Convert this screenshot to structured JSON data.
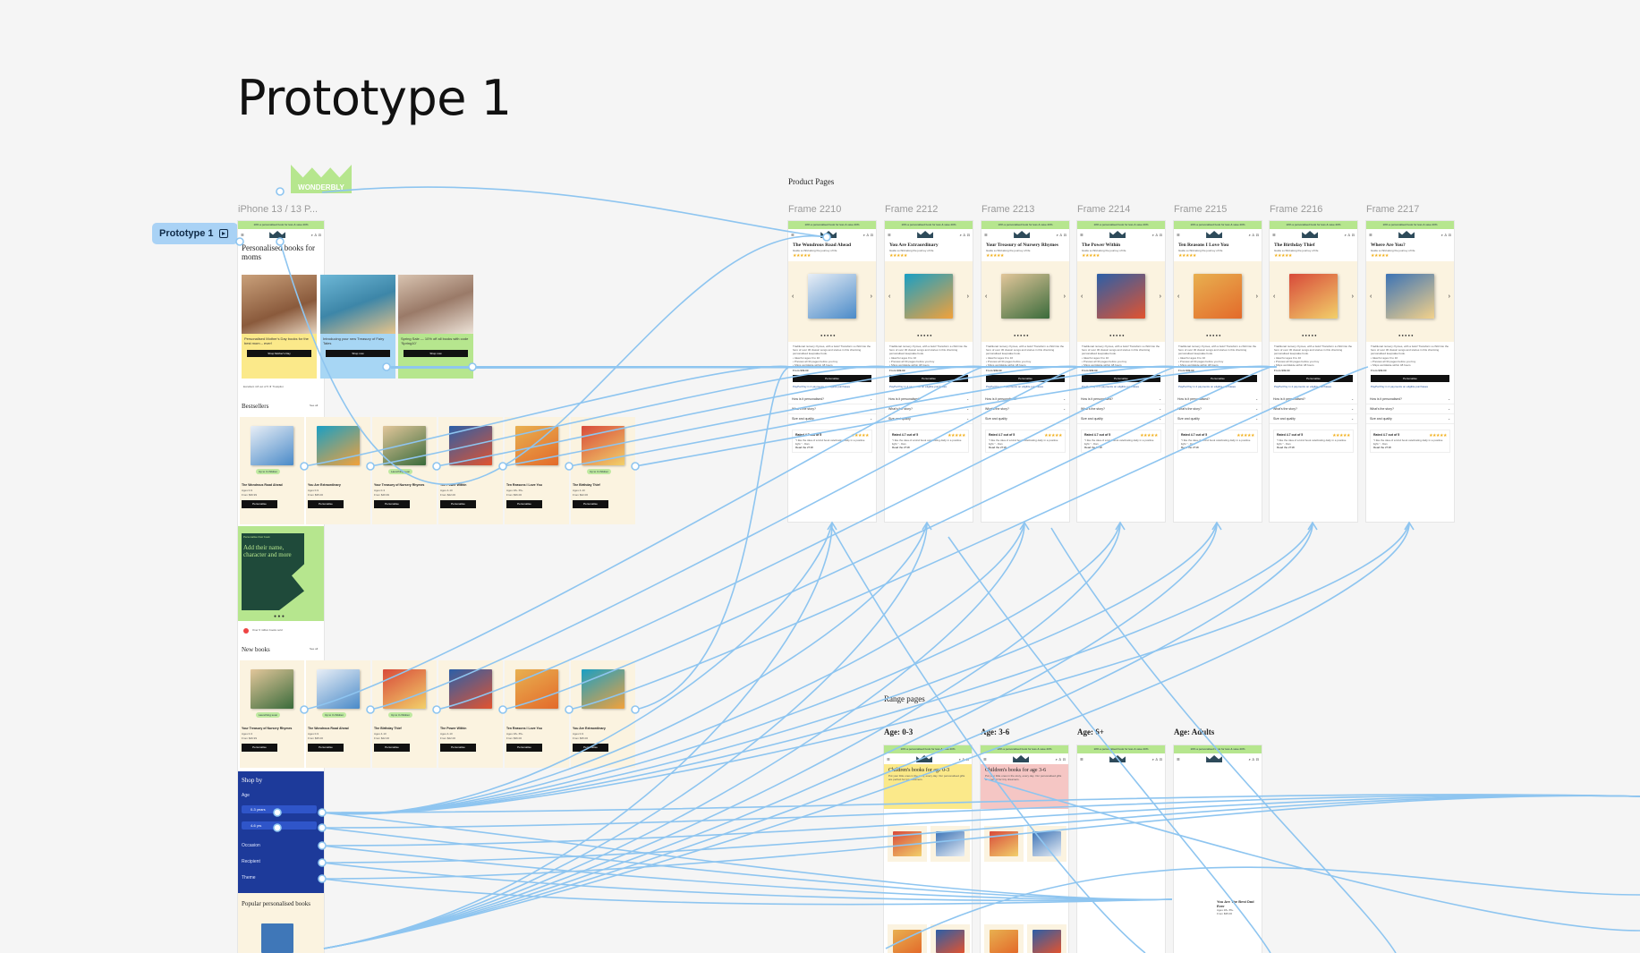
{
  "page": {
    "title": "Prototype 1"
  },
  "flow": {
    "chip_label": "Prototype 1"
  },
  "logo": {
    "text": "WONDERBLY"
  },
  "home_frame": {
    "label": "iPhone 13 / 13 P...",
    "banner": "10% a personalised book for less & save 20%",
    "hero_heading": "Personalised books for moms",
    "hero_cards": [
      {
        "text": "Personalised Mother's Day books for the best mom – ever!",
        "button": "Shop Mother's Day"
      },
      {
        "text": "Introducing your new Treasury of Fairy Tales",
        "button": "Shop now"
      },
      {
        "text": "Spring Sale — 10% off all books with code 'Spring10'",
        "button": "Shop now"
      }
    ],
    "trustpilot": "Excellent 4.8 out of 5 ★ Trustpilot",
    "bestsellers_heading": "Bestsellers",
    "see_all": "See all",
    "bestsellers": [
      {
        "title": "The Wondrous Road Ahead",
        "meta": "Ages 0-9",
        "price": "From $39.99",
        "button": "Personalise",
        "badge": "Up to 3 children"
      },
      {
        "title": "You Are Extraordinary",
        "meta": "Ages 0-9",
        "price": "From $35.00",
        "button": "Personalise",
        "badge": ""
      },
      {
        "title": "Your Treasury of Nursery Rhymes",
        "meta": "Ages 0-3",
        "price": "From $49.99",
        "button": "Personalise",
        "badge": "Launching soon"
      },
      {
        "title": "The Power Within",
        "meta": "Ages 4-10",
        "price": "From $22.00",
        "button": "Personalise",
        "badge": ""
      },
      {
        "title": "Ten Reasons I Love You",
        "meta": "Ages 18+ 65+",
        "price": "From $36.00",
        "button": "Personalise",
        "badge": ""
      },
      {
        "title": "The Birthday Thief",
        "meta": "Ages 4-10",
        "price": "From $22.00",
        "button": "Personalise",
        "badge": "Up to 3 children"
      }
    ],
    "promo_small": "Personalise their book",
    "promo_heading": "Add their name, character and more",
    "sold_text": "Over 6 million books sold",
    "newbooks_heading": "New books",
    "newbooks": [
      {
        "title": "Your Treasury of Nursery Rhymes",
        "meta": "Ages 0-3",
        "price": "From $49.99",
        "button": "Personalise",
        "badge": "Launching soon"
      },
      {
        "title": "The Wondrous Road Ahead",
        "meta": "Ages 0-9",
        "price": "From $35.00",
        "button": "Personalise",
        "badge": "Up to 3 children"
      },
      {
        "title": "The Birthday Thief",
        "meta": "Ages 4-10",
        "price": "From $22.00",
        "button": "Personalise",
        "badge": "Up to 3 children"
      },
      {
        "title": "The Power Within",
        "meta": "Ages 4-10",
        "price": "From $22.00",
        "button": "Personalise",
        "badge": ""
      },
      {
        "title": "Ten Reasons I Love You",
        "meta": "Ages 18+ 65+",
        "price": "From $36.00",
        "button": "Personalise",
        "badge": ""
      },
      {
        "title": "You Are Extraordinary",
        "meta": "Ages 0-9",
        "price": "From $35.00",
        "button": "Personalise",
        "badge": ""
      }
    ],
    "shopby": {
      "heading": "Shop by",
      "age": "Age",
      "age_opts": [
        "0-3 years",
        "4-6 yrs"
      ],
      "items": [
        "Occasion",
        "Recipient",
        "Theme"
      ]
    },
    "popular_heading": "Popular personalised books"
  },
  "product_pages": {
    "section_label": "Product Pages",
    "frames": [
      {
        "label": "Frame 2210",
        "title": "The Wondrous Road Ahead"
      },
      {
        "label": "Frame 2212",
        "title": "You Are Extraordinary"
      },
      {
        "label": "Frame 2213",
        "title": "Your Treasury of Nursery Rhymes"
      },
      {
        "label": "Frame 2214",
        "title": "The Power Within"
      },
      {
        "label": "Frame 2215",
        "title": "Ten Reasons I Love You"
      },
      {
        "label": "Frame 2216",
        "title": "The Birthday Thief"
      },
      {
        "label": "Frame 2217",
        "title": "Where Are You?"
      }
    ],
    "subtitle": "Guide a child along the journey of life",
    "description": "Traditional nursery rhymes, with a twist! Transform a child into the hero of over 30 classic songs and stories in this charming personalised keepsake book.",
    "bullets": [
      "Ideal for ages 0 to 10",
      "Preview all 34 pages before you buy",
      "Ships worldwide within 48 hours"
    ],
    "price": "From $39.99",
    "button": "Personalise",
    "paypal": "PayPal Pay in 4 payments on eligible purchases",
    "accordion": [
      "How is it personalised?",
      "What's the story?",
      "Size and quality"
    ],
    "rating": "Rated 4.7 out of 5",
    "review": "\"I like the idea of a kind book celebrating daily in a positive light.\" - Dan",
    "read_link": "Read the 2718"
  },
  "range_pages": {
    "section_label": "Range pages",
    "frames": [
      {
        "label": "Age: 0-3",
        "heading": "Children's books for age 0-3"
      },
      {
        "label": "Age: 3-6",
        "heading": "Children's books for age 3-6"
      },
      {
        "label": "Age: 6+",
        "heading": ""
      },
      {
        "label": "Age: Adults",
        "heading": ""
      }
    ],
    "intro": "Put your little ones in the story, every day. Our personalised gifts are perfect for tiny dreamers.",
    "book_title": "You Are The Best Dad Ever",
    "book_meta": "Ages 18+ 65+",
    "book_price": "From $35.00"
  }
}
